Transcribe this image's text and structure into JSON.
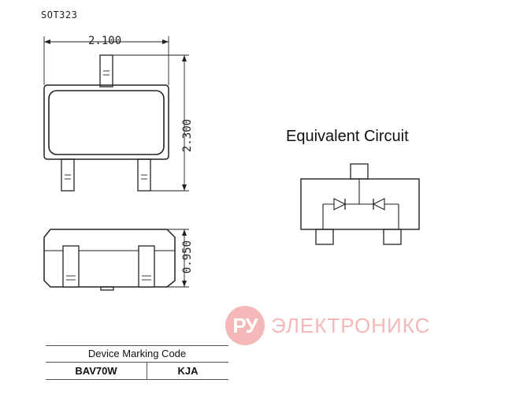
{
  "package": {
    "name": "SOT323"
  },
  "dimensions": {
    "width": "2.100",
    "height": "2.300",
    "thickness": "0.950"
  },
  "circuit": {
    "title": "Equivalent Circuit"
  },
  "watermark": {
    "logo": "РУ",
    "text": "ЭЛЕКТРОНИКС"
  },
  "marking_table": {
    "title": "Device Marking Code",
    "rows": [
      {
        "device": "BAV70W",
        "code": "KJA"
      }
    ]
  }
}
